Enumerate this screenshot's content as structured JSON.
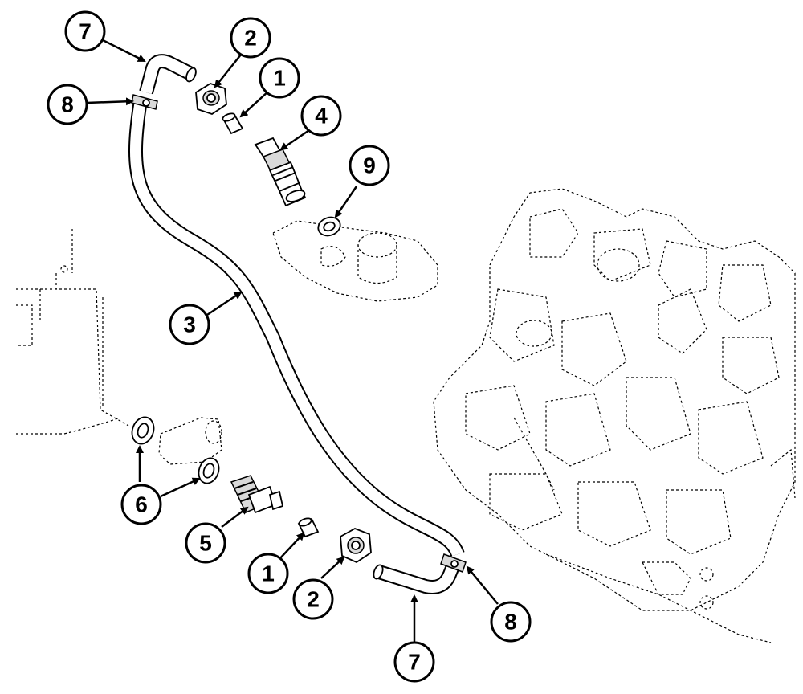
{
  "callouts": [
    {
      "id": "7-top",
      "label": "7"
    },
    {
      "id": "8-top",
      "label": "8"
    },
    {
      "id": "2-top",
      "label": "2"
    },
    {
      "id": "1-top",
      "label": "1"
    },
    {
      "id": "4",
      "label": "4"
    },
    {
      "id": "9",
      "label": "9"
    },
    {
      "id": "3",
      "label": "3"
    },
    {
      "id": "6",
      "label": "6"
    },
    {
      "id": "5",
      "label": "5"
    },
    {
      "id": "1-bottom",
      "label": "1"
    },
    {
      "id": "2-bottom",
      "label": "2"
    },
    {
      "id": "8-bottom",
      "label": "8"
    },
    {
      "id": "7-bottom",
      "label": "7"
    }
  ],
  "colors": {
    "line": "#000000",
    "background": "#ffffff"
  }
}
